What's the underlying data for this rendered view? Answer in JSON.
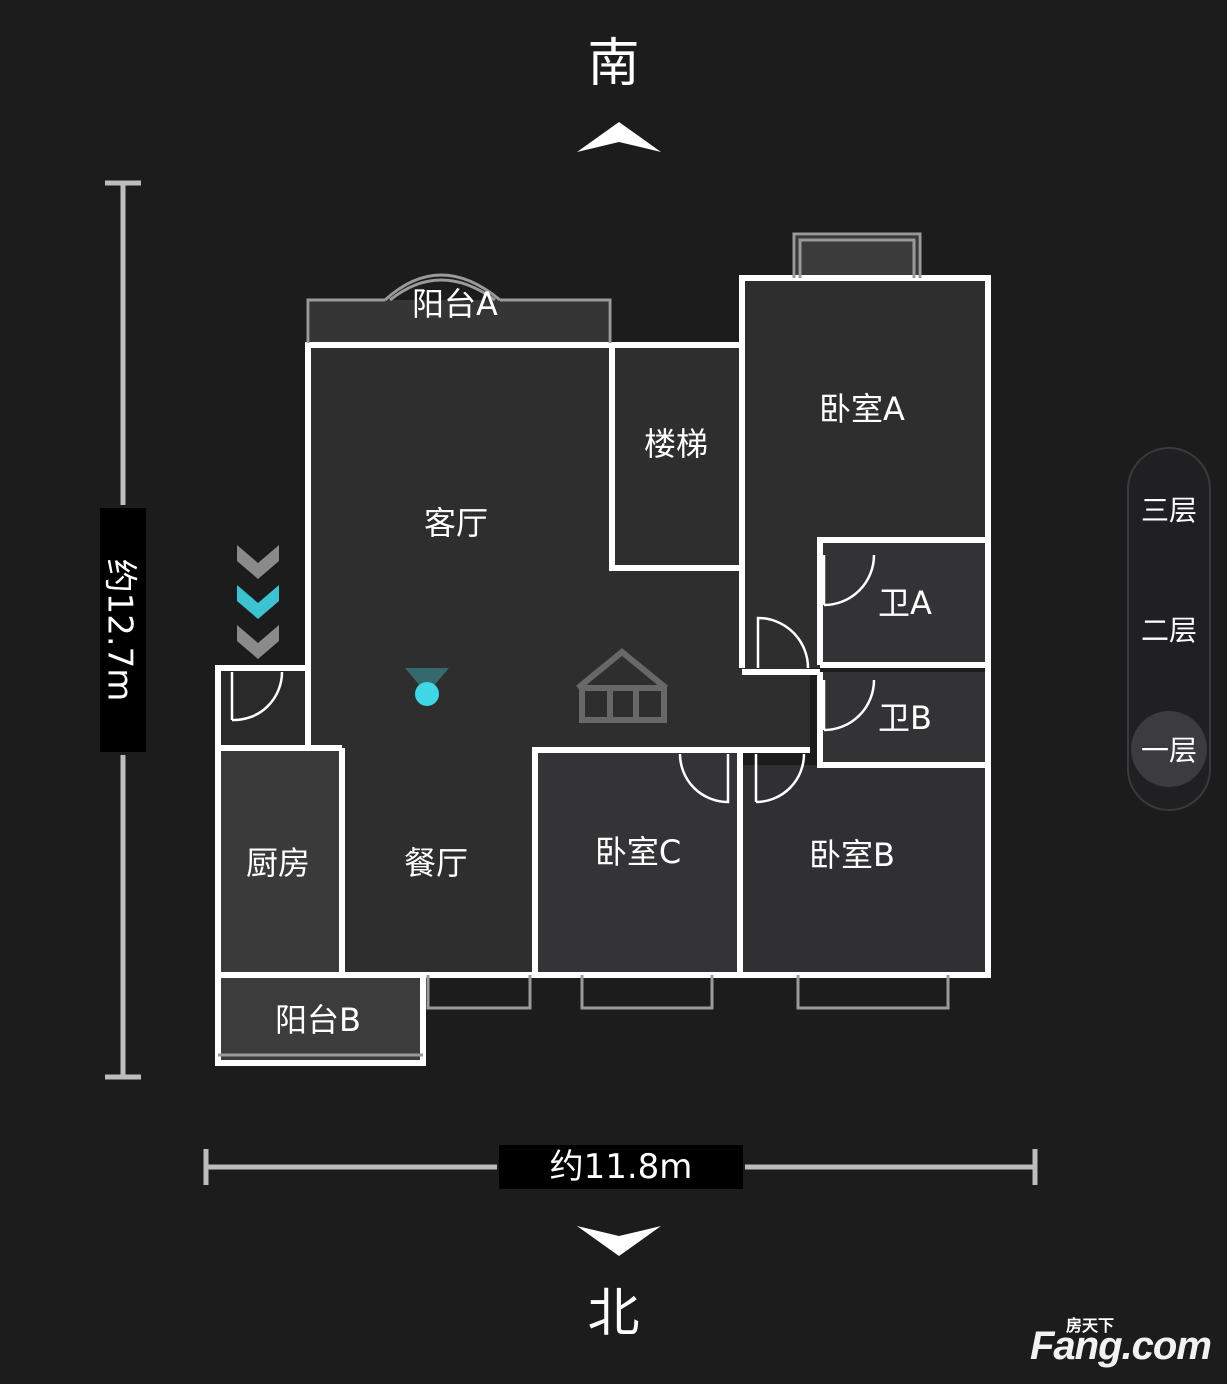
{
  "compass": {
    "south": "南",
    "north": "北"
  },
  "dimensions": {
    "height": "约12.7m",
    "width": "约11.8m"
  },
  "rooms": {
    "balcony_a": "阳台A",
    "living_room": "客厅",
    "stairs": "楼梯",
    "bedroom_a": "卧室A",
    "bath_a": "卫A",
    "bath_b": "卫B",
    "kitchen": "厨房",
    "dining_room": "餐厅",
    "bedroom_c": "卧室C",
    "bedroom_b": "卧室B",
    "balcony_b": "阳台B"
  },
  "floors": {
    "third": "三层",
    "second": "二层",
    "first": "一层",
    "active": "一层"
  },
  "logo": {
    "cn": "房天下",
    "en": "Fang.com"
  },
  "colors": {
    "background": "#1c1c1d",
    "wall": "#ffffff",
    "accent": "#3fd6e6",
    "room_fill": "#2f2f30"
  },
  "icons": [
    "south-arrow-icon",
    "north-arrow-icon",
    "entrance-chevrons-icon",
    "position-marker-icon",
    "watermark-house-icon"
  ]
}
